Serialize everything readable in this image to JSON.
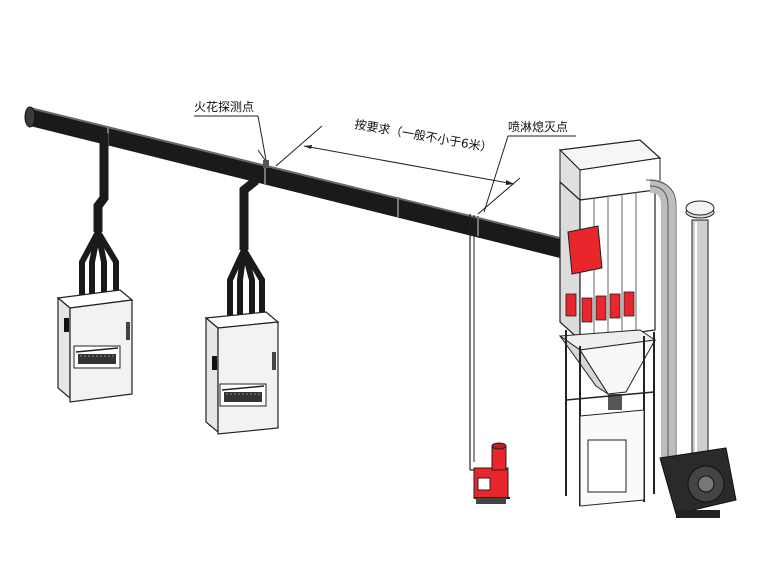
{
  "annotations": {
    "spark_detection_point": "火花探测点",
    "distance_requirement": "按要求（一般不小于6米）",
    "spray_extinguish_point": "喷淋熄灭点"
  },
  "colors": {
    "pipe": "#1a1a1a",
    "pipe_highlight": "#6a6a6a",
    "equipment_red": "#e8262b",
    "outline": "#222222",
    "panel": "#f2f2f2"
  },
  "icons": {
    "welding_station": "welding-workstation",
    "dust_collector": "baghouse-dust-collector",
    "fan": "centrifugal-fan",
    "pump": "fire-pump-unit"
  }
}
